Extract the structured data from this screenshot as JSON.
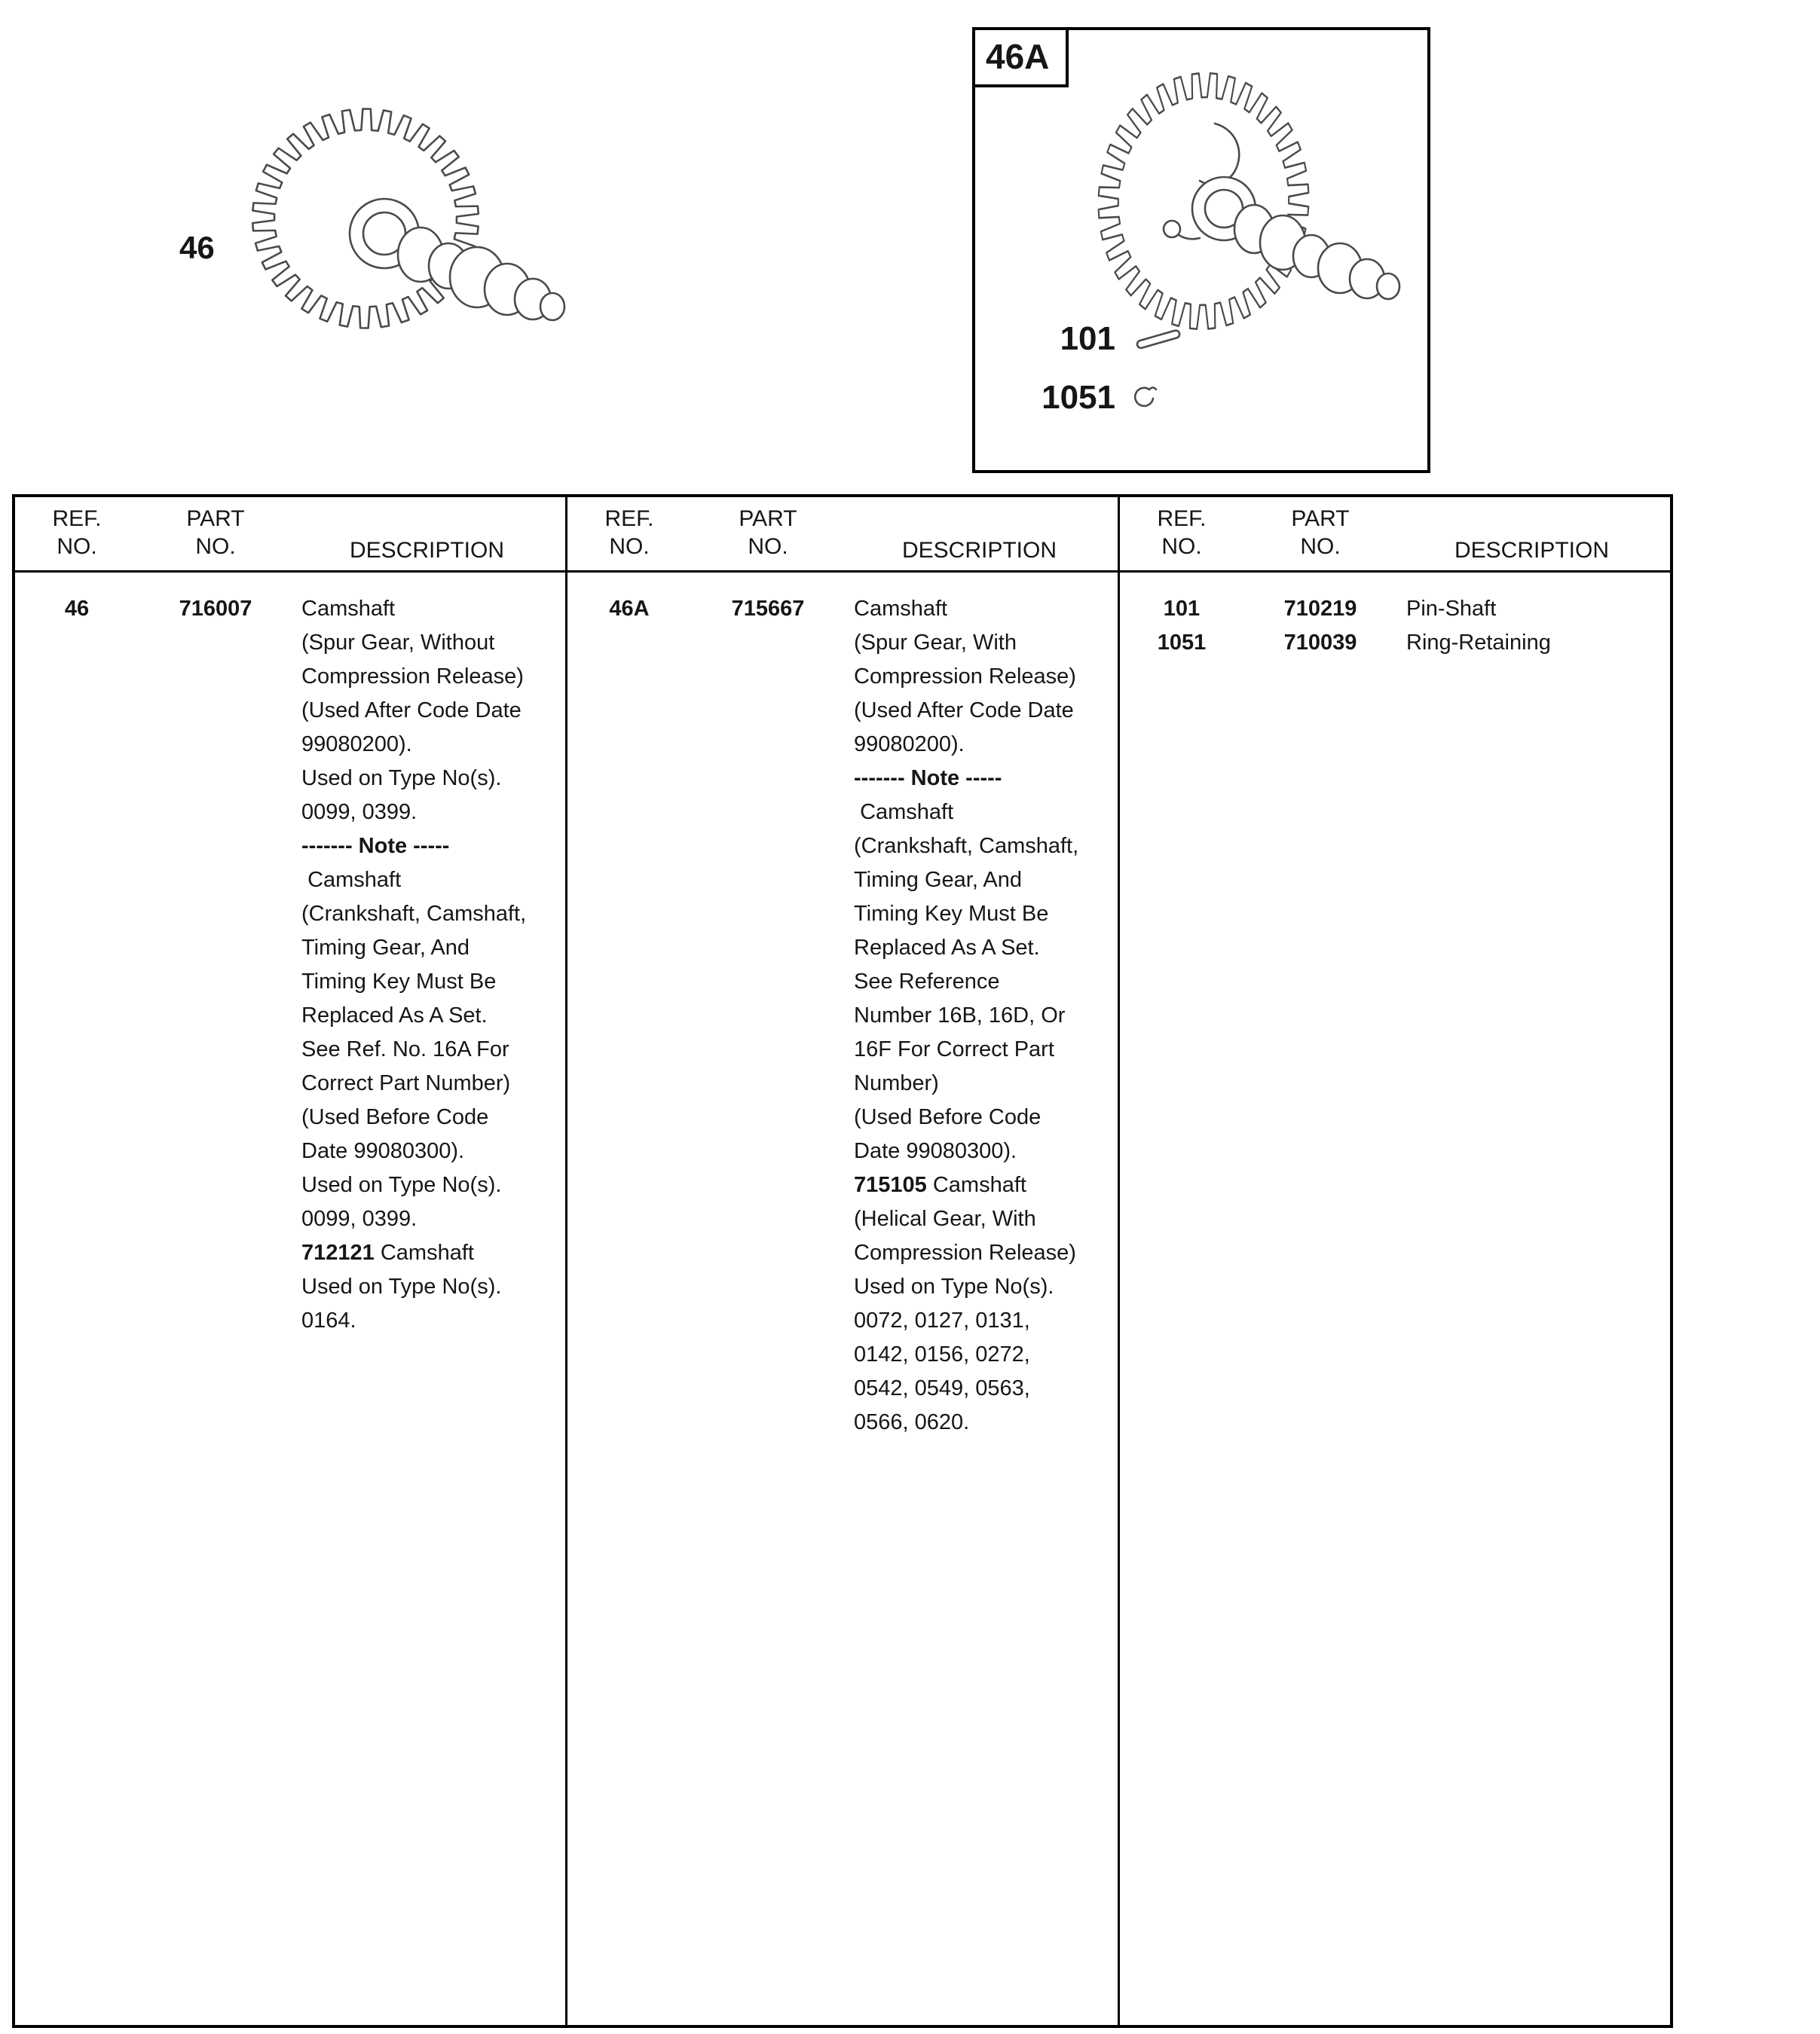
{
  "figures": {
    "left": {
      "label": "46"
    },
    "right": {
      "label": "46A",
      "callouts": [
        {
          "label": "101",
          "icon": "pin-shaft-icon"
        },
        {
          "label": "1051",
          "icon": "retaining-ring-icon"
        }
      ]
    }
  },
  "table": {
    "headers": {
      "ref_line1": "REF.",
      "ref_line2": "NO.",
      "part_line1": "PART",
      "part_line2": "NO.",
      "desc": "DESCRIPTION"
    },
    "columns": [
      {
        "rows": [
          {
            "ref": "46",
            "part": "716007",
            "desc_lines": [
              {
                "text": "Camshaft"
              },
              {
                "text": "(Spur Gear, Without"
              },
              {
                "text": "Compression Release)"
              },
              {
                "text": "(Used After Code Date"
              },
              {
                "text": "99080200)."
              },
              {
                "text": "Used on Type No(s)."
              },
              {
                "text": "0099, 0399."
              },
              {
                "text": "------- Note -----",
                "bold": true
              },
              {
                "text": " Camshaft"
              },
              {
                "text": "(Crankshaft, Camshaft,"
              },
              {
                "text": "Timing Gear, And"
              },
              {
                "text": "Timing Key Must Be"
              },
              {
                "text": "Replaced As A Set."
              },
              {
                "text": "See Ref. No. 16A For"
              },
              {
                "text": "Correct Part Number)"
              },
              {
                "text": "(Used Before Code"
              },
              {
                "text": "Date 99080300)."
              },
              {
                "text": "Used on Type No(s)."
              },
              {
                "text": "0099, 0399."
              },
              {
                "bold_prefix": "712121",
                "text": " Camshaft"
              },
              {
                "text": "Used on Type No(s)."
              },
              {
                "text": "0164."
              }
            ]
          }
        ]
      },
      {
        "rows": [
          {
            "ref": "46A",
            "part": "715667",
            "desc_lines": [
              {
                "text": "Camshaft"
              },
              {
                "text": "(Spur Gear, With"
              },
              {
                "text": "Compression Release)"
              },
              {
                "text": "(Used After Code Date"
              },
              {
                "text": "99080200)."
              },
              {
                "text": "------- Note -----",
                "bold": true
              },
              {
                "text": " Camshaft"
              },
              {
                "text": "(Crankshaft, Camshaft,"
              },
              {
                "text": "Timing Gear, And"
              },
              {
                "text": "Timing Key Must Be"
              },
              {
                "text": "Replaced As A Set."
              },
              {
                "text": "See Reference"
              },
              {
                "text": "Number 16B, 16D, Or"
              },
              {
                "text": "16F For Correct Part"
              },
              {
                "text": "Number)"
              },
              {
                "text": "(Used Before Code"
              },
              {
                "text": "Date 99080300)."
              },
              {
                "bold_prefix": "715105",
                "text": " Camshaft"
              },
              {
                "text": "(Helical Gear, With"
              },
              {
                "text": "Compression Release)"
              },
              {
                "text": "Used on Type No(s)."
              },
              {
                "text": "0072, 0127, 0131,"
              },
              {
                "text": "0142, 0156, 0272,"
              },
              {
                "text": "0542, 0549, 0563,"
              },
              {
                "text": "0566, 0620."
              }
            ]
          }
        ]
      },
      {
        "rows": [
          {
            "ref": "101",
            "part": "710219",
            "desc_lines": [
              {
                "text": "Pin-Shaft"
              }
            ]
          },
          {
            "ref": "1051",
            "part": "710039",
            "desc_lines": [
              {
                "text": "Ring-Retaining"
              }
            ]
          }
        ]
      }
    ]
  }
}
